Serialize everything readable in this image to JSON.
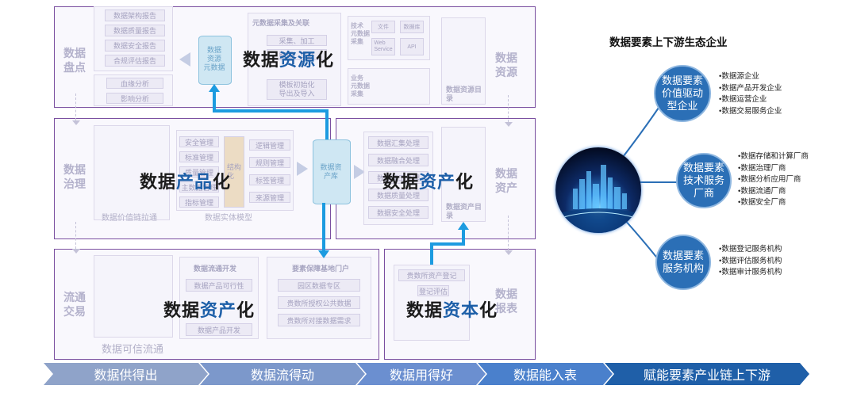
{
  "ecosystem": {
    "title": "数据要素上下游生态企业",
    "circles": [
      {
        "label": "数据要素\n价值驱动\n型企业",
        "items": [
          "•数据源企业",
          "•数据产品开发企业",
          "•数据运营企业",
          "•数据交易服务企业"
        ]
      },
      {
        "label": "数据要素\n技术服务\n厂商",
        "items": [
          "•数据存储和计算厂商",
          "•数据治理厂商",
          "•数据分析应用厂商",
          "•数据流通厂商",
          "•数据安全厂商"
        ]
      },
      {
        "label": "数据要素\n服务机构",
        "items": [
          "•数据登记服务机构",
          "•数据评估服务机构",
          "•数据审计服务机构"
        ]
      }
    ]
  },
  "titles": {
    "resource": {
      "pre": "数据",
      "hl": "资源",
      "post": "化"
    },
    "product": {
      "pre": "数据",
      "hl": "产品",
      "post": "化"
    },
    "asset1": {
      "pre": "数据",
      "hl": "资产",
      "post": "化"
    },
    "asset2": {
      "pre": "数据",
      "hl": "资产",
      "post": "化"
    },
    "capital": {
      "pre": "数据",
      "hl": "资本",
      "post": "化"
    }
  },
  "side_labels": {
    "inventory": "数据\n盘点",
    "resource": "数据\n资源",
    "governance": "数据\n治理",
    "asset": "数据\n资产",
    "trade": "流通\n交易",
    "capital_faint": "数据\n报表"
  },
  "top_left": {
    "reports": [
      "数据架构报告",
      "数据质量报告",
      "数据安全报告",
      "合规评估报告"
    ],
    "analysis": [
      "血缘分析",
      "影响分析"
    ]
  },
  "cylinder_resource": "数据\n资源\n元数据",
  "top_middle": {
    "title": "元数据采集及关联",
    "capture": "采集、加工",
    "assoc": "整理、关联",
    "template": "模板初始化\n导出及导入",
    "tech": "技术\n元数据\n采集",
    "biz": "业务\n元数据\n采集",
    "tech_items": [
      "文件",
      "数据库",
      "Web\nService",
      "API"
    ]
  },
  "resource_catalog": "数据资源目\n录",
  "governance": {
    "left_list": [
      "安全管理",
      "标准管理",
      "质量管理",
      "主数据管理",
      "指标管理"
    ],
    "right_list": [
      "逻辑管理",
      "规则管理",
      "标签管理",
      "来源管理"
    ],
    "center": "结构\n化",
    "chain": "数据价值链拉通",
    "entity": "数据实体模型"
  },
  "cylinder_asset": "数据资\n产库",
  "asset_processing": [
    "数据汇集处理",
    "数据融合处理",
    "数据加工处理",
    "数据质量处理",
    "数据安全处理"
  ],
  "asset_catalog": "数据资产目\n录",
  "trade": {
    "dev_title": "数据流通开发",
    "dev_items": [
      "数据产品可行性",
      "数据产品开发"
    ],
    "portal_title": "要素保障基地门户",
    "portal_items": [
      "园区数据专区",
      "贵数所授权公共数据",
      "贵数所对接数据需求"
    ],
    "credible": "数据可信流通"
  },
  "capital_panel": {
    "items": [
      "贵数所资产登记",
      "登记评估"
    ]
  },
  "chevrons": [
    "数据供得出",
    "数据流得动",
    "数据用得好",
    "数据能入表",
    "赋能要素产业链上下游"
  ],
  "colors": {
    "panel_border": "#7a4fa0",
    "flow_line": "#1c9be0",
    "highlight": "#1d5fa8",
    "circle": "#2b6fb6"
  }
}
